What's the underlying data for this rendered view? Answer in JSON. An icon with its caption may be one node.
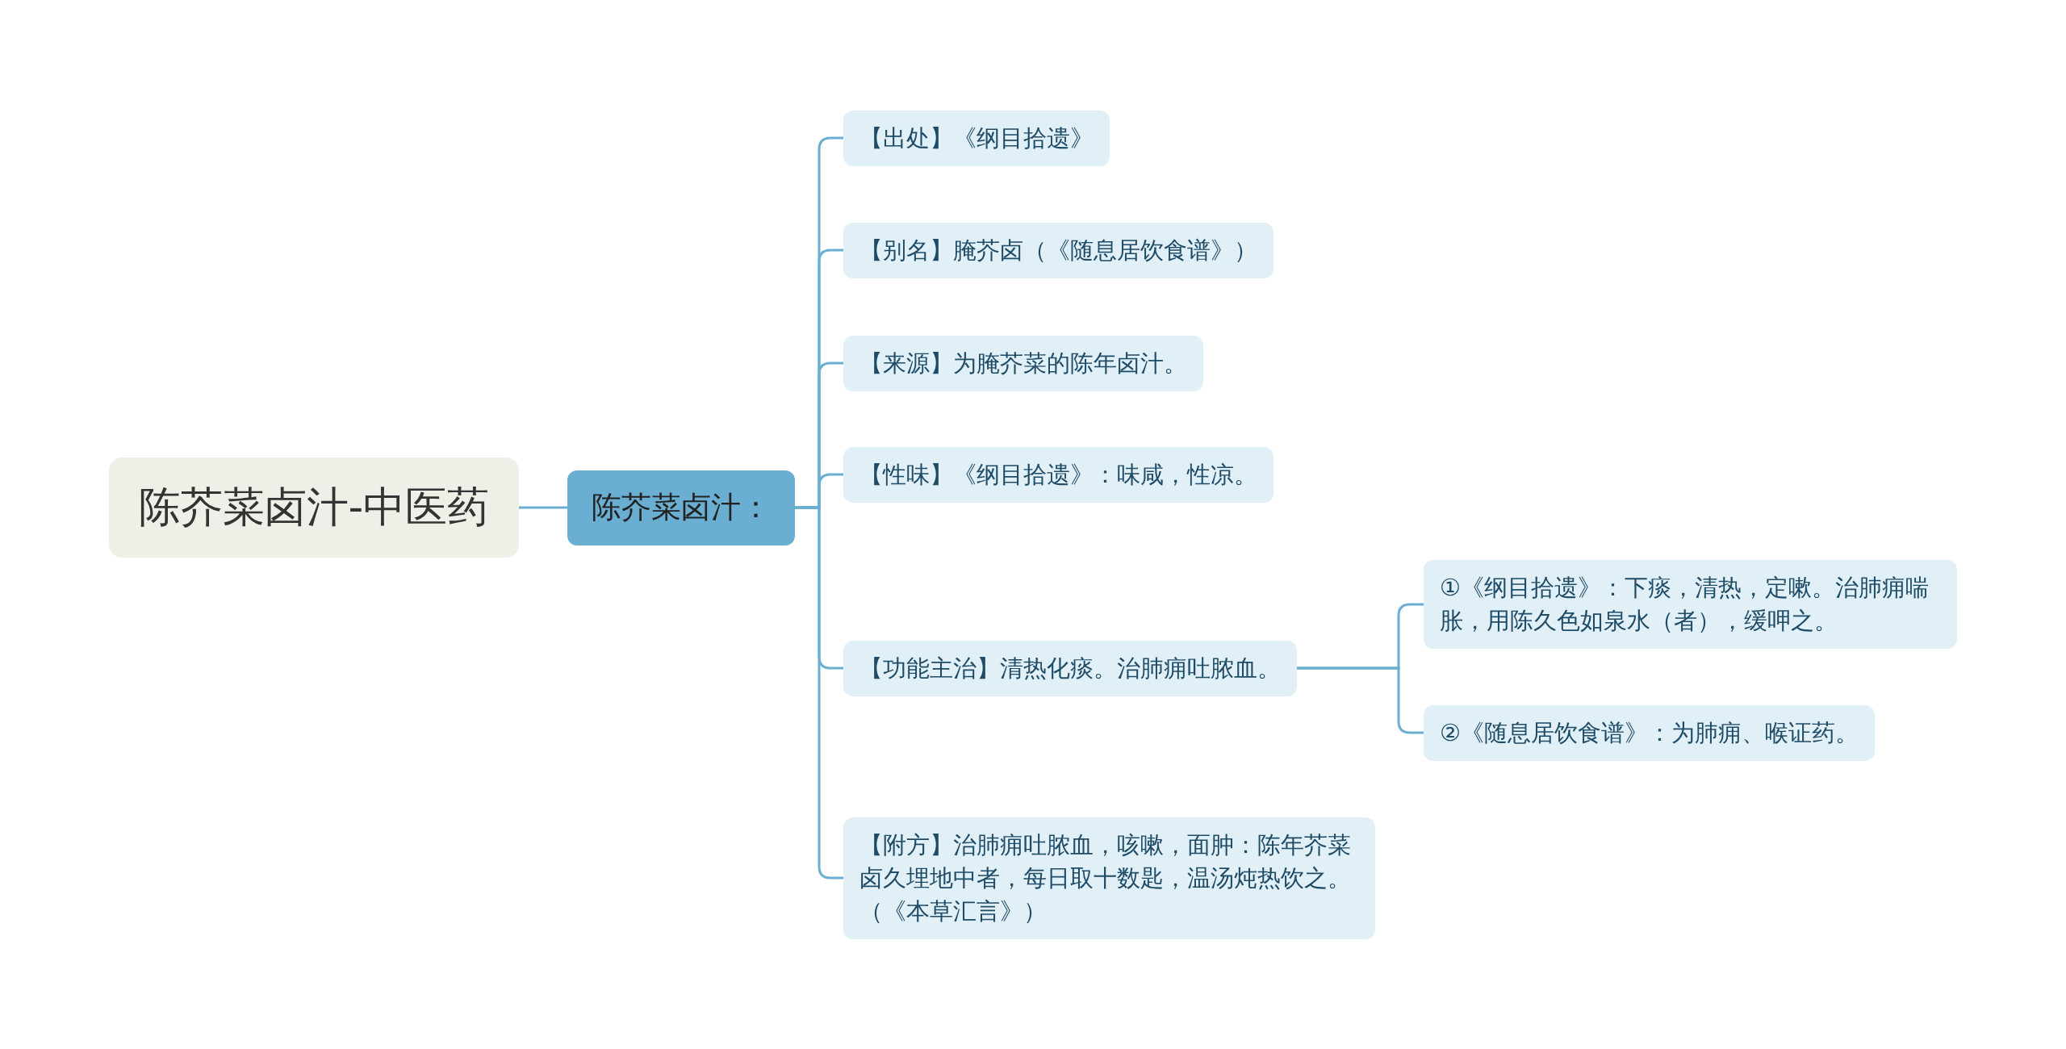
{
  "diagram": {
    "nodes": [
      {
        "text": [
          "陈芥菜卤汁-中医药"
        ]
      },
      {
        "text": [
          "陈芥菜卤汁："
        ]
      },
      {
        "text": [
          "【出处】《纲目拾遗》"
        ]
      },
      {
        "text": [
          "【别名】腌芥卤（《随息居饮食谱》）"
        ]
      },
      {
        "text": [
          "【来源】为腌芥菜的陈年卤汁。"
        ]
      },
      {
        "text": [
          "【性味】《纲目拾遗》：味咸，性凉。"
        ]
      },
      {
        "text": [
          "【功能主治】清热化痰。治肺痈吐脓血。"
        ]
      },
      {
        "text": [
          "【附方】治肺痈吐脓血，咳嗽，面肿：陈年芥菜卤久埋地中者，每日取十数匙，温汤炖热饮之。（《本草汇言》）"
        ]
      },
      {
        "text": [
          "①《纲目拾遗》：下痰，清热，定嗽。治肺痈喘胀，用陈久色如泉水（者），缓呷之。"
        ]
      },
      {
        "text": [
          "②《随息居饮食谱》：为肺痈、喉证药。"
        ]
      }
    ],
    "edges": [
      {
        "from": 0,
        "to": 1,
        "arrow": "none"
      },
      {
        "from": 1,
        "to": 2,
        "arrow": "none"
      },
      {
        "from": 1,
        "to": 3,
        "arrow": "none"
      },
      {
        "from": 1,
        "to": 4,
        "arrow": "none"
      },
      {
        "from": 1,
        "to": 5,
        "arrow": "none"
      },
      {
        "from": 1,
        "to": 6,
        "arrow": "none"
      },
      {
        "from": 1,
        "to": 7,
        "arrow": "none"
      },
      {
        "from": 6,
        "to": 8,
        "arrow": "none"
      },
      {
        "from": 6,
        "to": 9,
        "arrow": "none"
      }
    ]
  }
}
